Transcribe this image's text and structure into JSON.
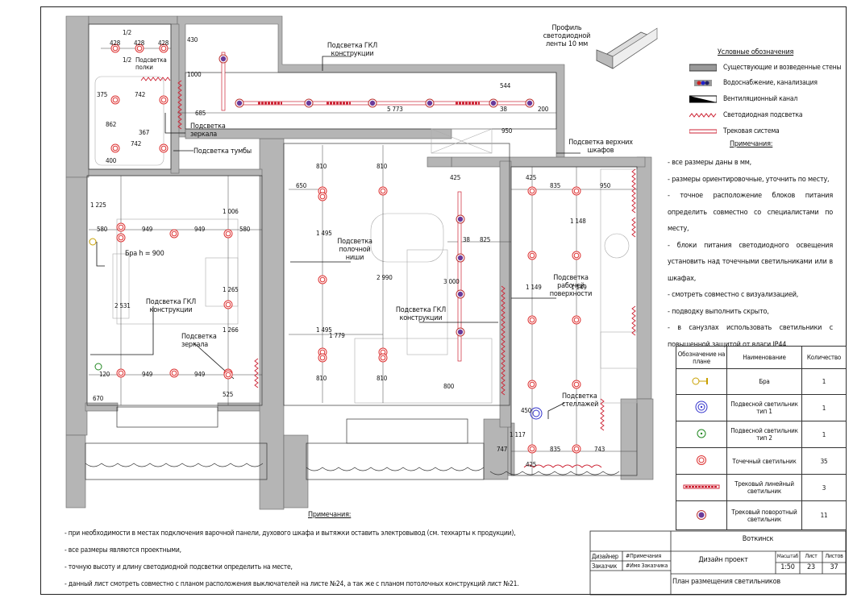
{
  "profile_label": "Профиль светодиодной ленты 10 мм",
  "legend": {
    "title": "Условные обозначения",
    "items": [
      "Существующие и возведенные стены",
      "Водоснабжение, канализация",
      "Вентиляционный канал",
      "Светодиодная подсветка",
      "Трековая система"
    ]
  },
  "notes_right": {
    "title": "Примечания:",
    "items": [
      "- все размеры даны в мм,",
      "- размеры ориентировочные, уточнить по месту,",
      "- точное расположение блоков питания определить совместно со специалистами по месту,",
      "- блоки питания светодиодного освещения установить над точечными светильниками или в шкафах,",
      "- смотреть совместно с визуализацией,",
      "- подводку выполнить скрыто,",
      "- в санузлах использовать светильники с повышенной защитой от влаги IP44."
    ]
  },
  "fixture_table": {
    "headers": [
      "Обозначение на плане",
      "Наименование",
      "Количество"
    ],
    "rows": [
      {
        "icon": "sconce-icon",
        "name": "Бра",
        "qty": "1"
      },
      {
        "icon": "pendant-type1-icon",
        "name": "Подвесной светильник тип 1",
        "qty": "1"
      },
      {
        "icon": "pendant-type2-icon",
        "name": "Подвесной светильник тип 2",
        "qty": "1"
      },
      {
        "icon": "spot-light-icon",
        "name": "Точечный светильник",
        "qty": "35"
      },
      {
        "icon": "track-linear-icon",
        "name": "Трековый линейный светильник",
        "qty": "3"
      },
      {
        "icon": "track-rotary-icon",
        "name": "Трековый поворотный светильник",
        "qty": "11"
      }
    ]
  },
  "notes_bottom": {
    "title": "Примечания:",
    "items": [
      "- при необходимости в местах подключения варочной панели, духового шкафа и вытяжки оставить электровывод (см. техкарты к продукции),",
      "- все размеры являются проектными,",
      "- точную высоту и длину светодиодной подсветки определить на месте,",
      "- данный лист смотреть совместно с планом расположения выключателей на листе №24, а так же с планом потолочных конструкций лист №21."
    ]
  },
  "title_block": {
    "city": "Воткинск",
    "designer_label": "Дизайнер",
    "designer_value": "#Примечания",
    "customer_label": "Заказчик",
    "customer_value": "#Имя Заказчика",
    "project": "Дизайн проект",
    "scale_label": "Масштаб",
    "sheet_label": "Лист",
    "sheets_label": "Листов",
    "scale": "1:50",
    "sheet": "23",
    "sheets": "37",
    "sheet_title": "План размещения светильников"
  },
  "plan_labels": {
    "gkl_top": "Подсветка ГКЛ конструкции",
    "shelf_light": "Подсветка полки",
    "mirror_light_1": "Подсветка зеркала",
    "cabinet_light": "Подсветка тумбы",
    "upper_cabinets": "Подсветка верхних шкафов",
    "niche": "Подсветка полочной ниши",
    "work_surface": "Подсветка рабочей поверхности",
    "sconce": "Бра h = 900",
    "gkl_bedroom": "Подсветка ГКЛ конструкции",
    "mirror_light_2": "Подсветка зеркала",
    "gkl_living": "Подсветка ГКЛ конструкции",
    "racks": "Подсветка стеллажей"
  },
  "dimensions": [
    "428",
    "428",
    "428",
    "1/2",
    "1/2",
    "375",
    "742",
    "862",
    "367",
    "742",
    "400",
    "430",
    "1000",
    "685",
    "5 773",
    "544",
    "38",
    "200",
    "950",
    "650",
    "810",
    "810",
    "425",
    "425",
    "835",
    "950",
    "1 225",
    "580",
    "949",
    "949",
    "580",
    "1 006",
    "1 148",
    "38",
    "825",
    "1 495",
    "2 990",
    "3 000",
    "1 265",
    "1 149",
    "1 149",
    "1 495",
    "1 779",
    "1 266",
    "2 531",
    "810",
    "810",
    "800",
    "120",
    "670",
    "949",
    "949",
    "525",
    "450",
    "1 117",
    "425",
    "747",
    "835",
    "743"
  ]
}
